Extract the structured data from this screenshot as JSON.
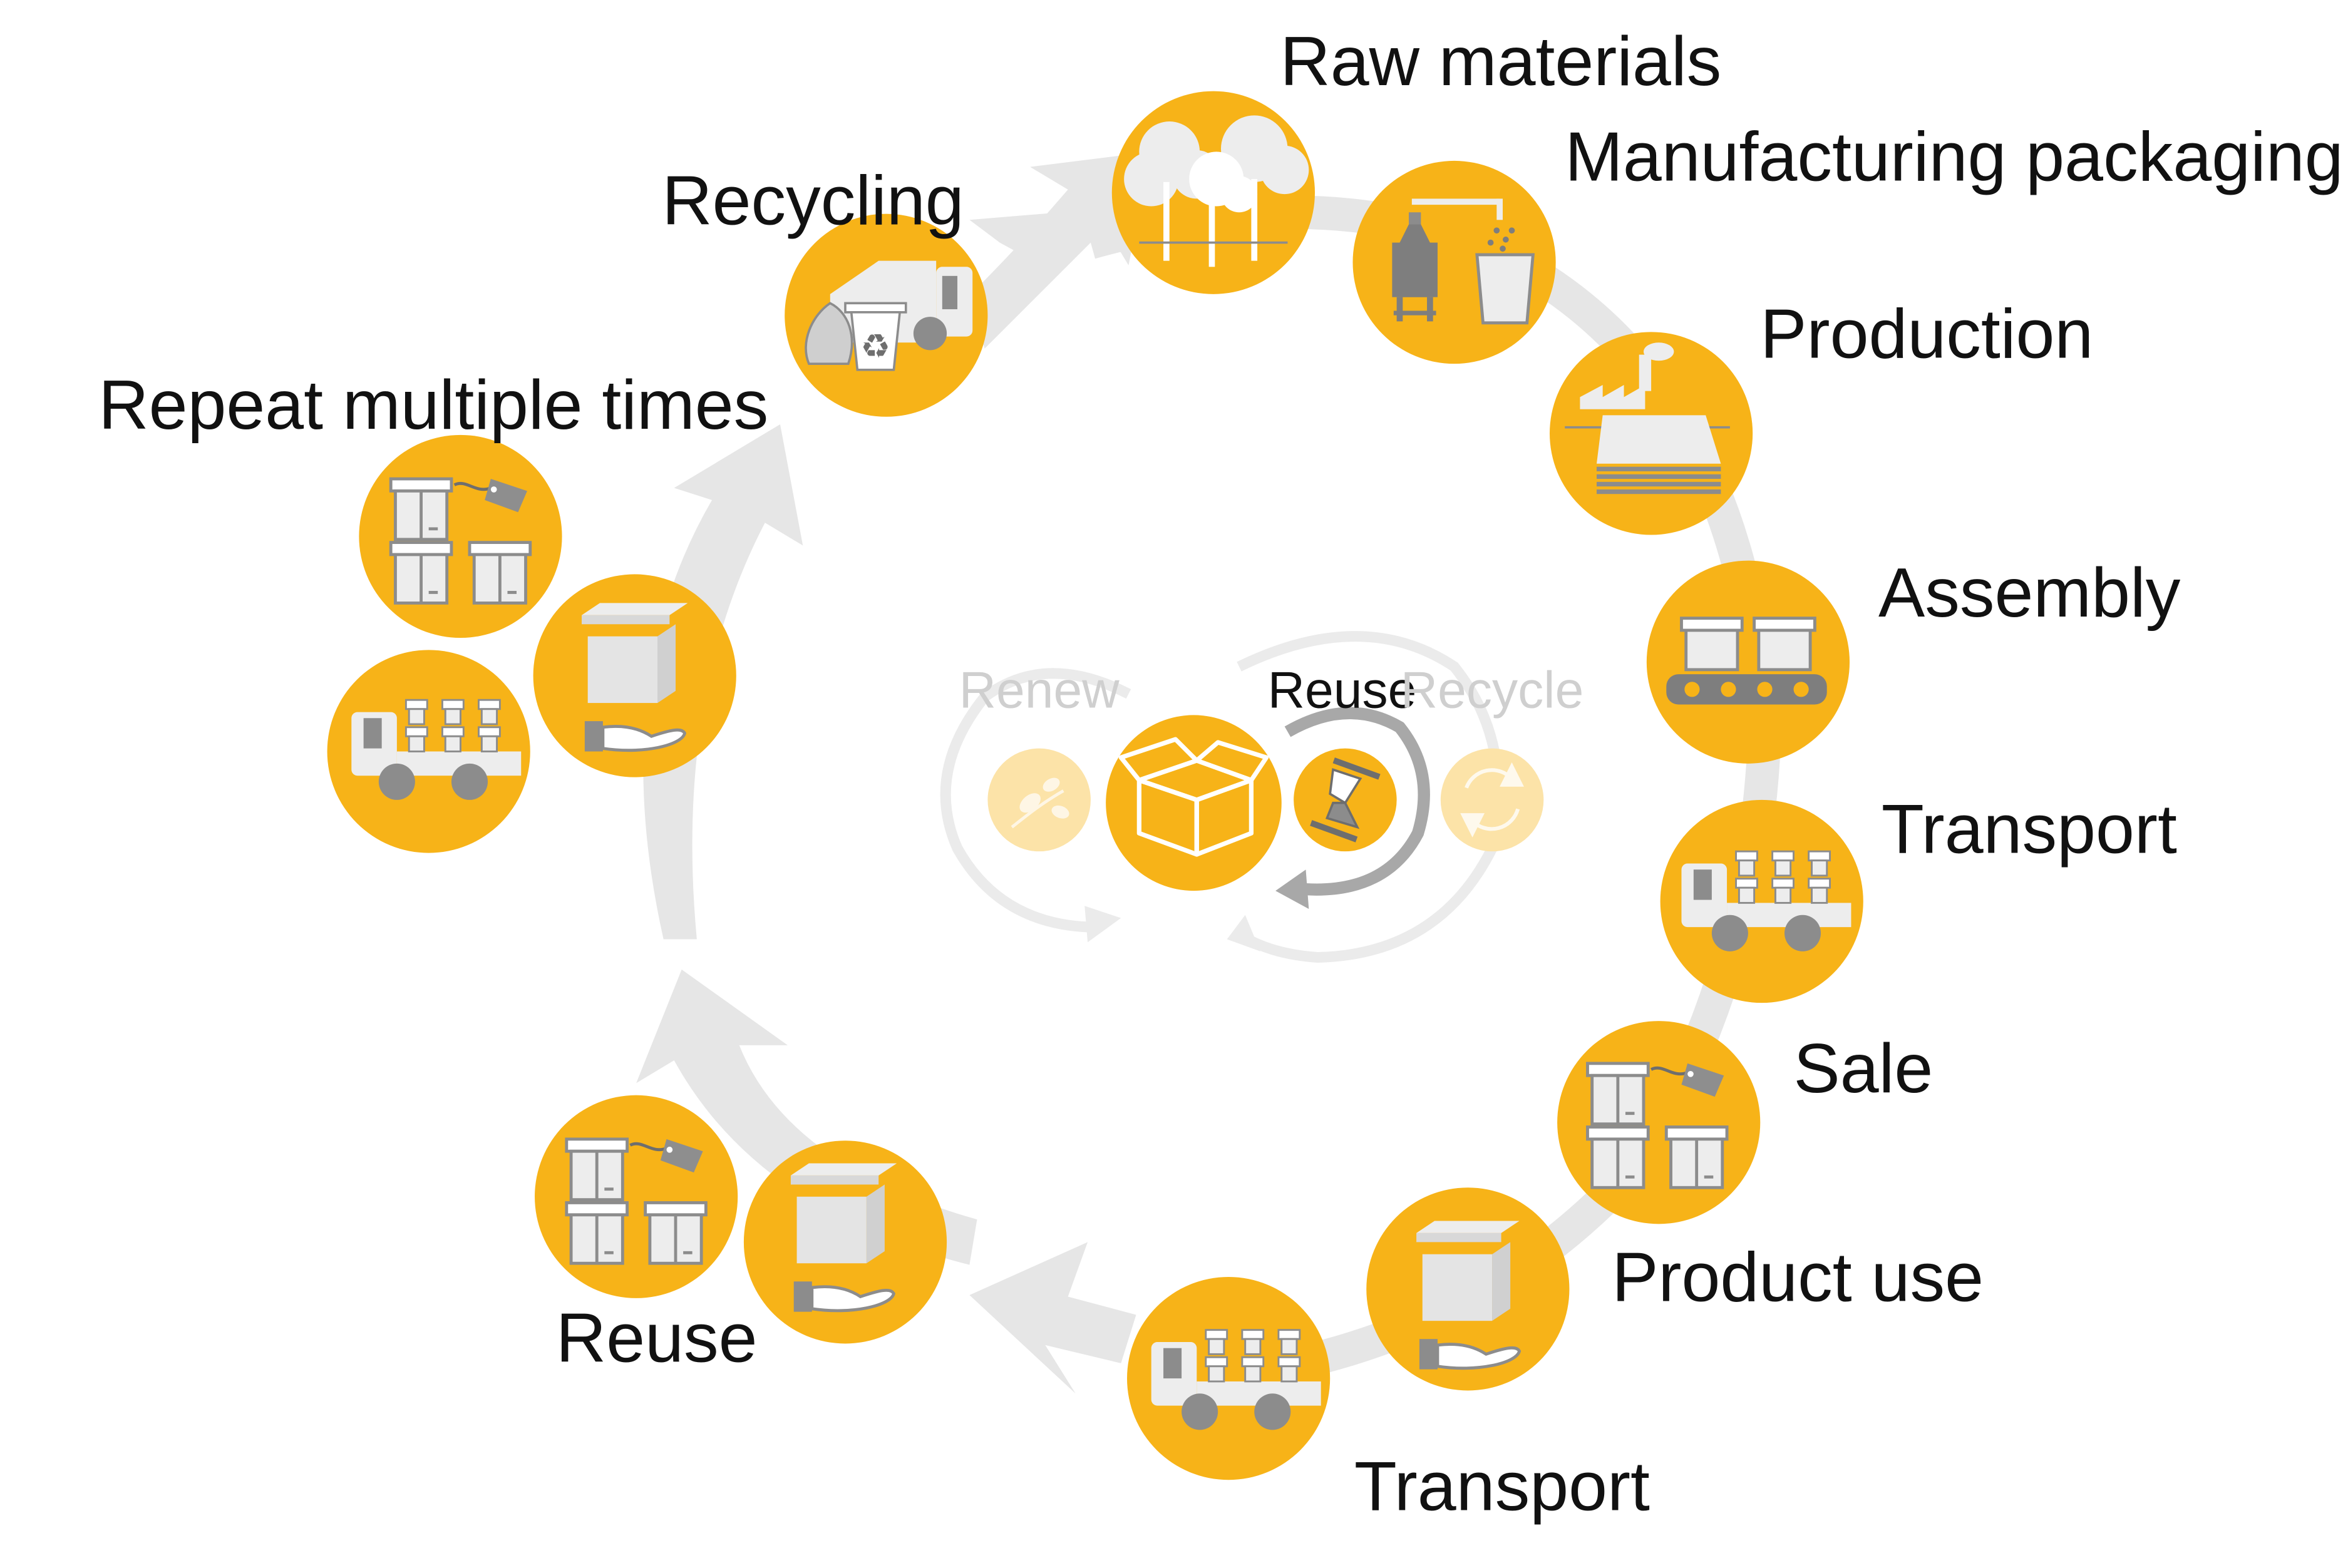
{
  "colors": {
    "accent": "#F7B318",
    "accent_faded": "#FCE3A8",
    "icon_light": "#E4E4E4",
    "icon_dark": "#878787",
    "arrow": "#E6E6E6",
    "label": "#111111",
    "faded_label": "#CFCFCF"
  },
  "stages": {
    "raw_materials": {
      "label": "Raw materials",
      "icon": "trees-icon"
    },
    "manufacturing_packaging": {
      "label": "Manufacturing packaging",
      "icon": "silo-container-icon"
    },
    "production": {
      "label": "Production",
      "icon": "factory-sheets-icon"
    },
    "assembly": {
      "label": "Assembly",
      "icon": "conveyor-belt-icon"
    },
    "transport": {
      "label": "Transport",
      "icon": "truck-icon"
    },
    "sale": {
      "label": "Sale",
      "icon": "price-tag-boxes-icon"
    },
    "product_use": {
      "label": "Product use",
      "icon": "hand-box-icon"
    },
    "transport_return": {
      "label": "Transport",
      "icon": "truck-icon"
    },
    "reuse": {
      "label": "Reuse",
      "icon": "price-tag-boxes-icon"
    },
    "repeat": {
      "label": "Repeat multiple times",
      "icon": "price-tag-boxes-icon"
    },
    "recycling": {
      "label": "Recycling",
      "icon": "garbage-truck-icon"
    }
  },
  "center": {
    "renew": {
      "label": "Renew",
      "active": false,
      "icon": "leaf-icon"
    },
    "reuse": {
      "label": "Reuse",
      "active": true,
      "icon": "hourglass-icon"
    },
    "recycle": {
      "label": "Recycle",
      "active": false,
      "icon": "recycle-arrows-icon"
    },
    "core_icon": "open-box-icon"
  }
}
